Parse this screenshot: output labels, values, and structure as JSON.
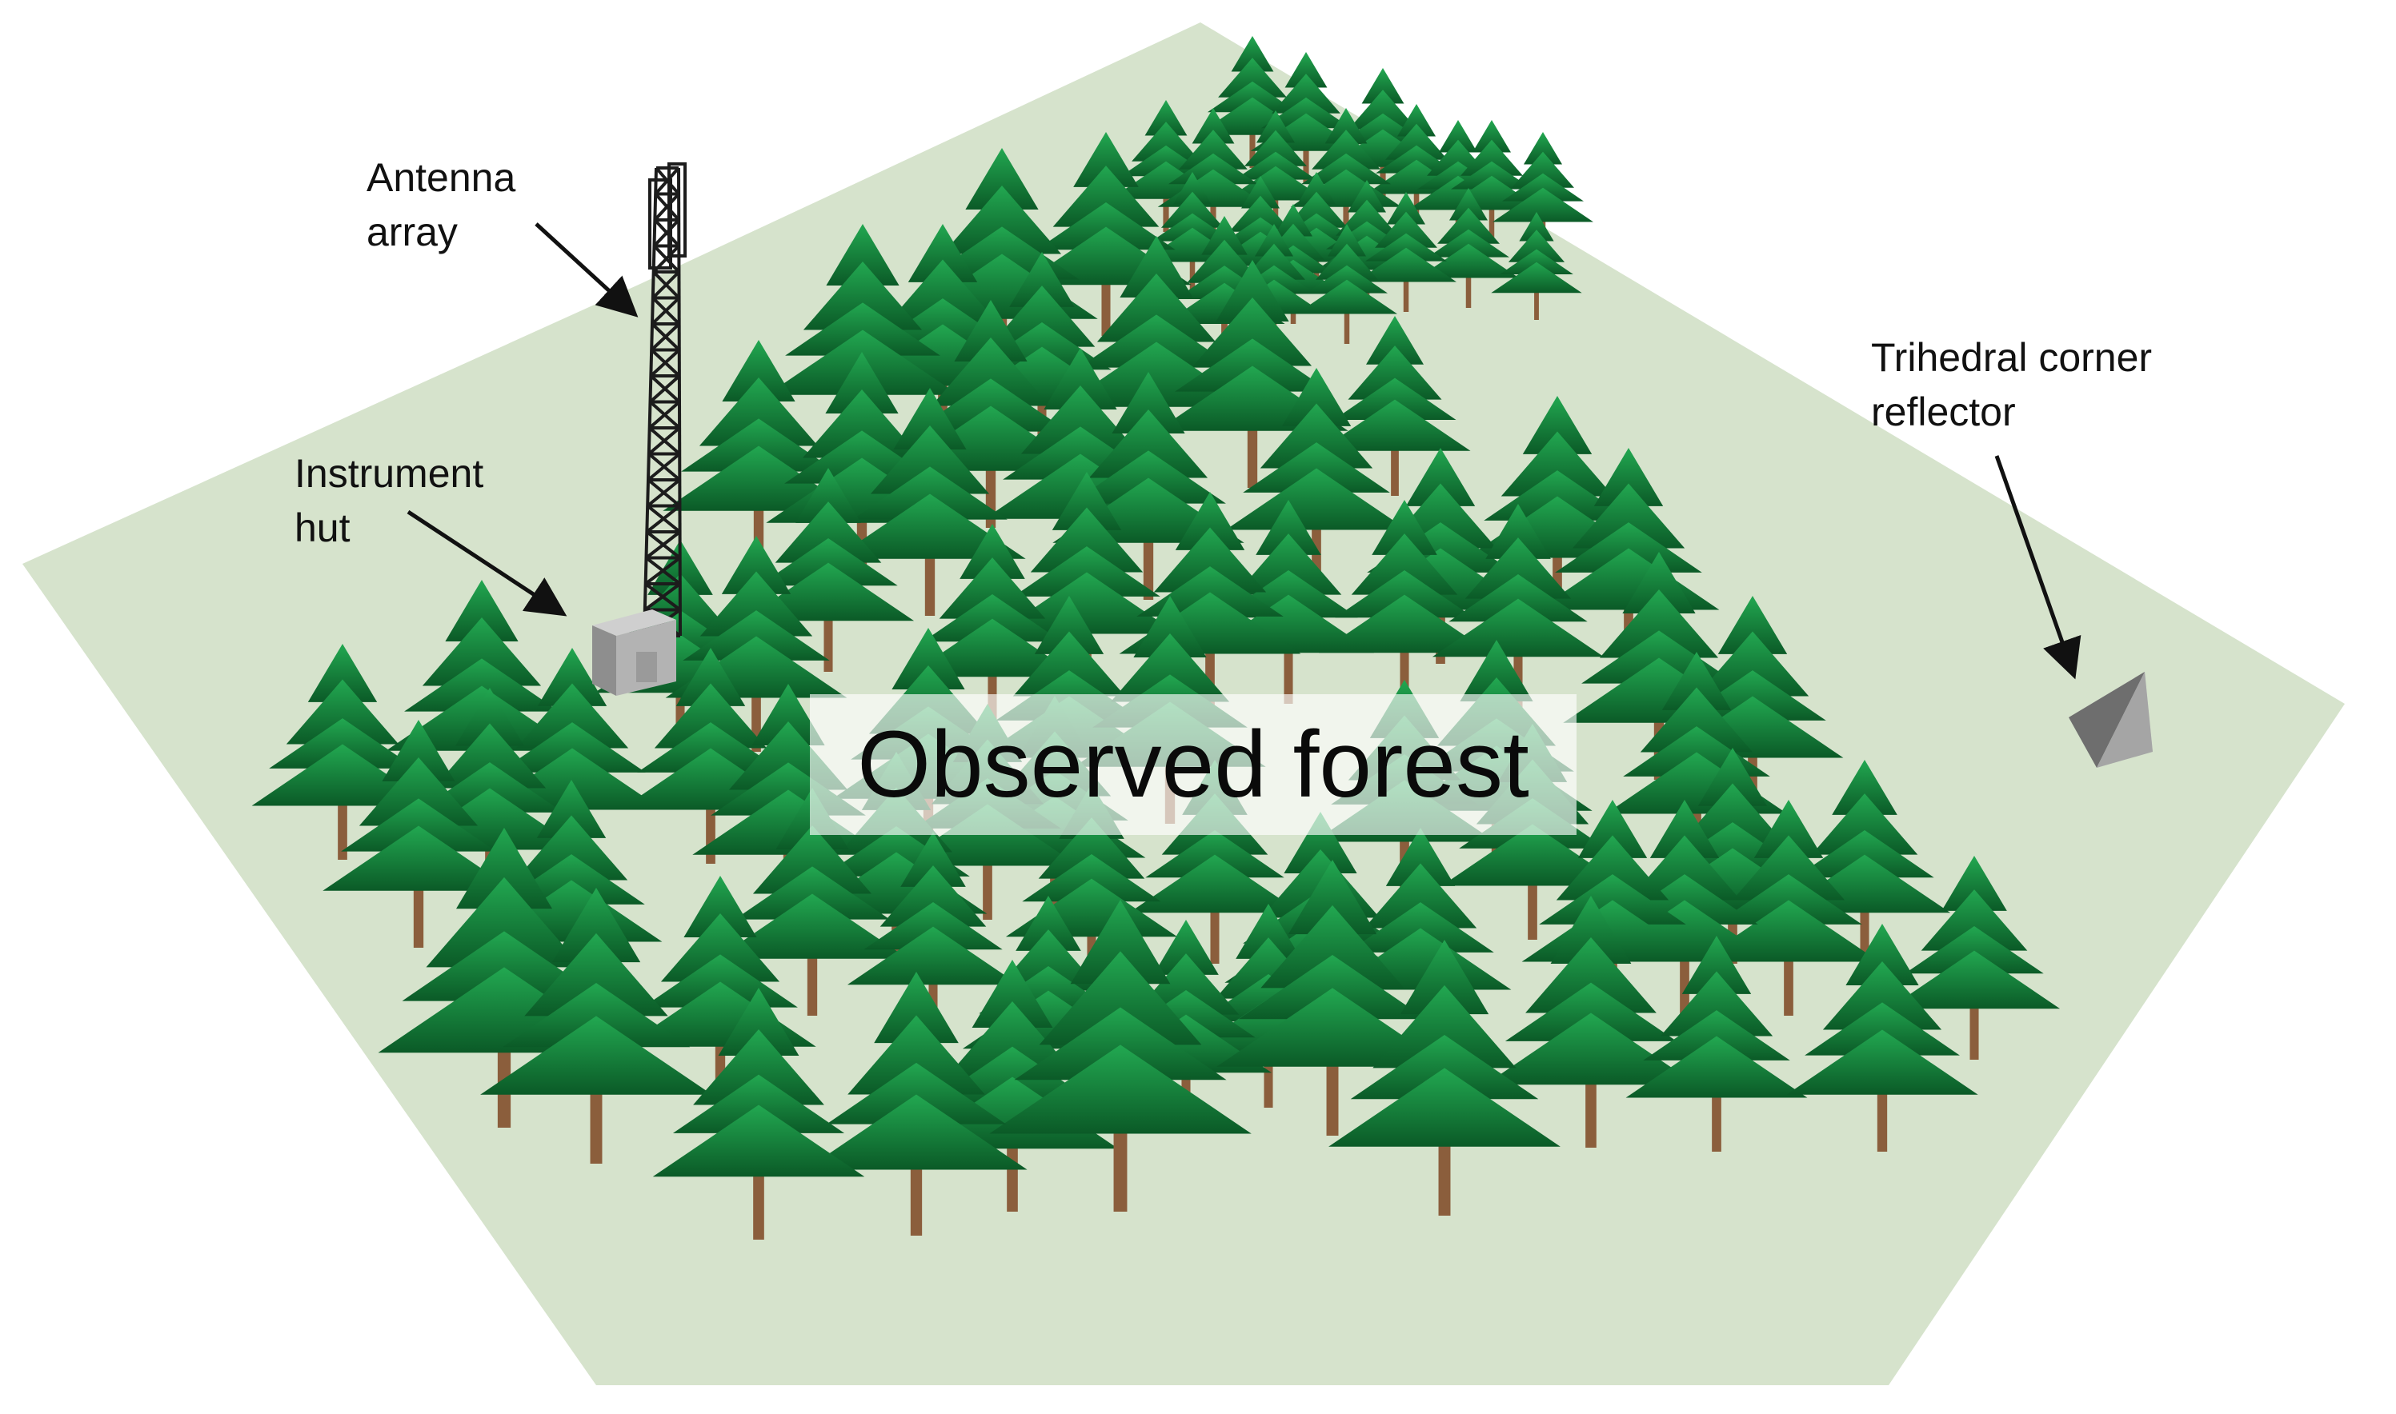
{
  "labels": {
    "antenna": [
      "Antenna",
      "array"
    ],
    "hut": [
      "Instrument",
      "hut"
    ],
    "reflector": [
      "Trihedral corner",
      "reflector"
    ],
    "title": "Observed forest"
  },
  "colors": {
    "ground": "#d6e3cc",
    "tree_light": "#1fa24e",
    "tree_dark": "#0c5d29",
    "trunk": "#8b5e3c",
    "hut": "#a9a9a9",
    "reflector": "#9e9e9e",
    "tower": "#1c1c1c"
  }
}
